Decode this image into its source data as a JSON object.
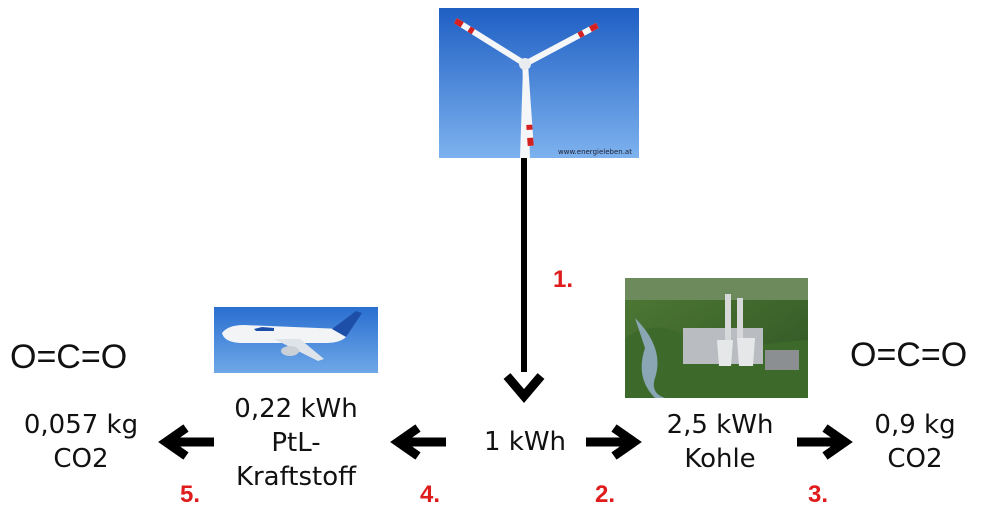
{
  "images": {
    "wind_turbine": {
      "watermark": "www.energieleben.at"
    },
    "airplane": {},
    "power_plant": {}
  },
  "nodes": {
    "center": {
      "value": "1 kWh"
    },
    "coal": {
      "line1": "2,5 kWh",
      "line2": "Kohle"
    },
    "ptl": {
      "line1": "0,22 kWh",
      "line2": "PtL-",
      "line3": "Kraftstoff"
    },
    "co2_right": {
      "formula": "O=C=O",
      "line1": "0,9 kg",
      "line2": "CO2"
    },
    "co2_left": {
      "formula": "O=C=O",
      "line1": "0,057 kg",
      "line2": "CO2"
    }
  },
  "steps": [
    "1.",
    "2.",
    "3.",
    "4.",
    "5."
  ],
  "colors": {
    "step_number": "#e01b1b",
    "arrow": "#000000",
    "text": "#111111"
  }
}
